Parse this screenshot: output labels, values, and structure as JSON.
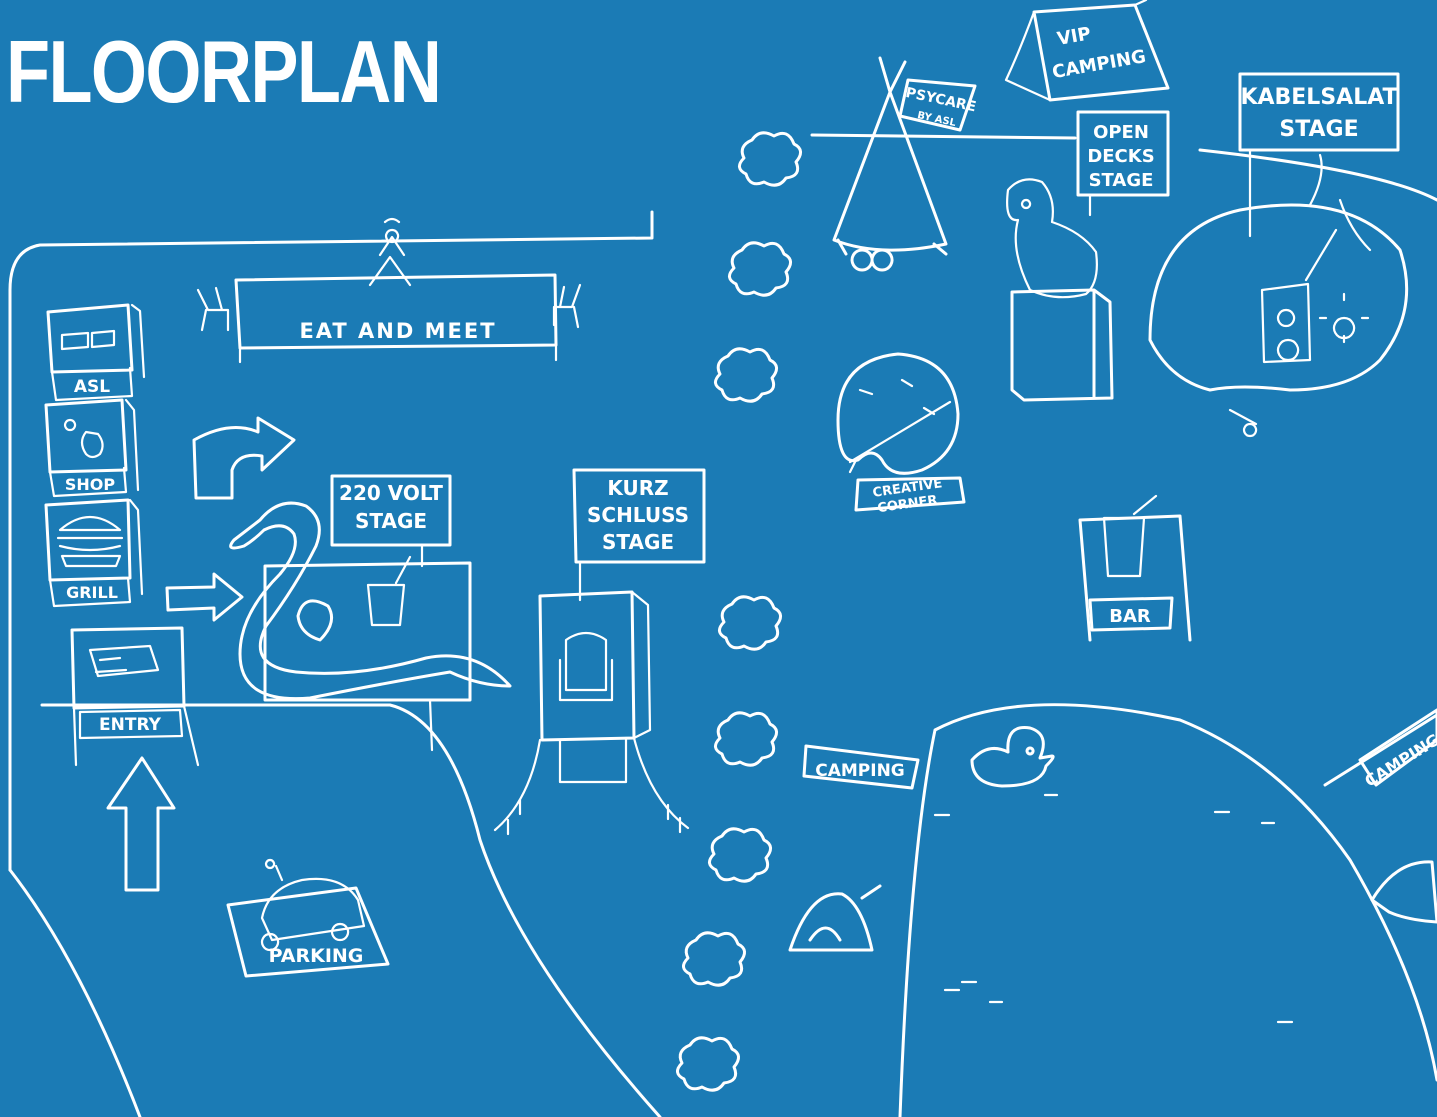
{
  "title": "FLOORPLAN",
  "colors": {
    "background": "#1b7bb5",
    "ink": "#ffffff"
  },
  "labels": {
    "eat_and_meet": "EAT AND MEET",
    "asl": "ASL",
    "shop": "SHOP",
    "grill": "GRILL",
    "entry": "ENTRY",
    "parking": "PARKING",
    "volt_stage_line1": "220 VOLT",
    "volt_stage_line2": "STAGE",
    "kurz_line1": "KURZ",
    "kurz_line2": "SCHLUSS",
    "kurz_line3": "STAGE",
    "camping_left": "CAMPING",
    "camping_right": "CAMPING",
    "vip_line1": "VIP",
    "vip_line2": "CAMPING",
    "psycare_line1": "PSYCARE",
    "psycare_line2": "BY ASL",
    "open_decks_line1": "OPEN",
    "open_decks_line2": "DECKS",
    "open_decks_line3": "STAGE",
    "kabelsalat_line1": "KABELSALAT",
    "kabelsalat_line2": "STAGE",
    "creative_line1": "CREATIVE",
    "creative_line2": "CORNER",
    "bar": "BAR"
  },
  "icons": [
    "snake-icon",
    "parrot-icon",
    "duck-icon",
    "car-icon",
    "tent-icon",
    "teepee-icon",
    "palette-icon",
    "burger-icon",
    "drink-icon",
    "tree-icon",
    "arrow-icon"
  ]
}
